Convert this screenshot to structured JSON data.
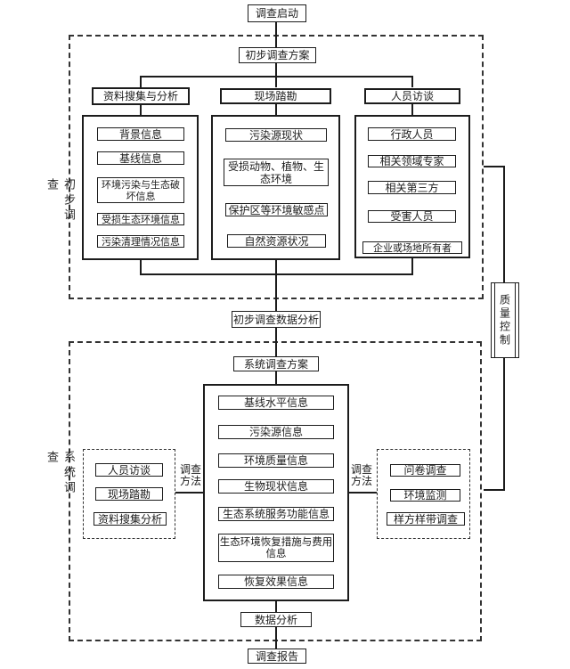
{
  "nodes": {
    "start": "调查启动",
    "preliminary_plan": "初步调查方案",
    "preliminary_data_analysis": "初步调查数据分析",
    "system_plan": "系统调查方案",
    "data_analysis": "数据分析",
    "report": "调查报告"
  },
  "side_labels": {
    "preliminary_stage": "初步调查",
    "system_stage": "系统调查",
    "quality_control": "质量控制"
  },
  "preliminary_survey": {
    "columns": [
      {
        "header": "资料搜集与分析",
        "items": [
          "背景信息",
          "基线信息",
          "环境污染与生态破坏信息",
          "受损生态环境信息",
          "污染清理情况信息"
        ]
      },
      {
        "header": "现场踏勘",
        "items": [
          "污染源现状",
          "受损动物、植物、生态环境",
          "保护区等环境敏感点",
          "自然资源状况"
        ]
      },
      {
        "header": "人员访谈",
        "items": [
          "行政人员",
          "相关领域专家",
          "相关第三方",
          "受害人员",
          "企业或场地所有者"
        ]
      }
    ]
  },
  "system_survey": {
    "center_items": [
      "基线水平信息",
      "污染源信息",
      "环境质量信息",
      "生物现状信息",
      "生态系统服务功能信息",
      "生态环境恢复措施与费用信息",
      "恢复效果信息"
    ],
    "method_label": "调查方法",
    "left_methods": [
      "人员访谈",
      "现场踏勘",
      "资料搜集分析"
    ],
    "right_methods": [
      "问卷调查",
      "环境监测",
      "样方样带调查"
    ]
  },
  "colors": {
    "line": "#1c1c1c",
    "background": "#ffffff"
  }
}
